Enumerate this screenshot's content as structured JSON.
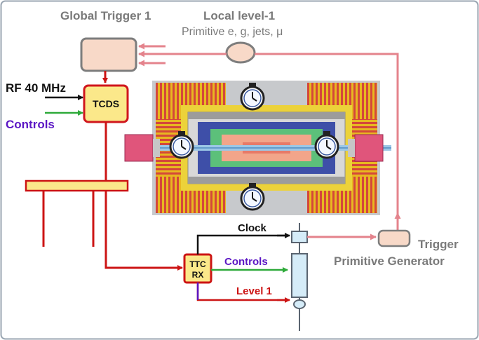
{
  "labels": {
    "global_trigger": "Global Trigger 1",
    "local_level": "Local level-1",
    "primitive_list": "Primitive e, g, jets, μ",
    "rf": "RF 40 MHz",
    "controls_left": "Controls",
    "tcds": "TCDS",
    "clock": "Clock",
    "ttc_rx_line1": "TTC",
    "ttc_rx_line2": "RX",
    "controls_right": "Controls",
    "level1": "Level 1",
    "tpg_line1": "Trigger",
    "tpg_line2": "Primitive Generator"
  },
  "colors": {
    "frame_border": "#9aa6b2",
    "gray_text": "#7a7a7a",
    "trigger_box_fill": "#f8d9c8",
    "trigger_box_stroke": "#7d7d7d",
    "tcds_fill": "#fbe88a",
    "tcds_stroke": "#d0161d",
    "red_line": "#cc1414",
    "pink_line": "#e4838c",
    "green_line": "#2eaa3a",
    "purple_text": "#5b16c4",
    "red_text": "#cc1414",
    "bus_fill": "#fbe88a",
    "readout_fill": "#d5ecf8",
    "readout_stroke": "#5a6470",
    "clock_face": "#ffffff",
    "clock_ring": "#3a5aa0"
  }
}
